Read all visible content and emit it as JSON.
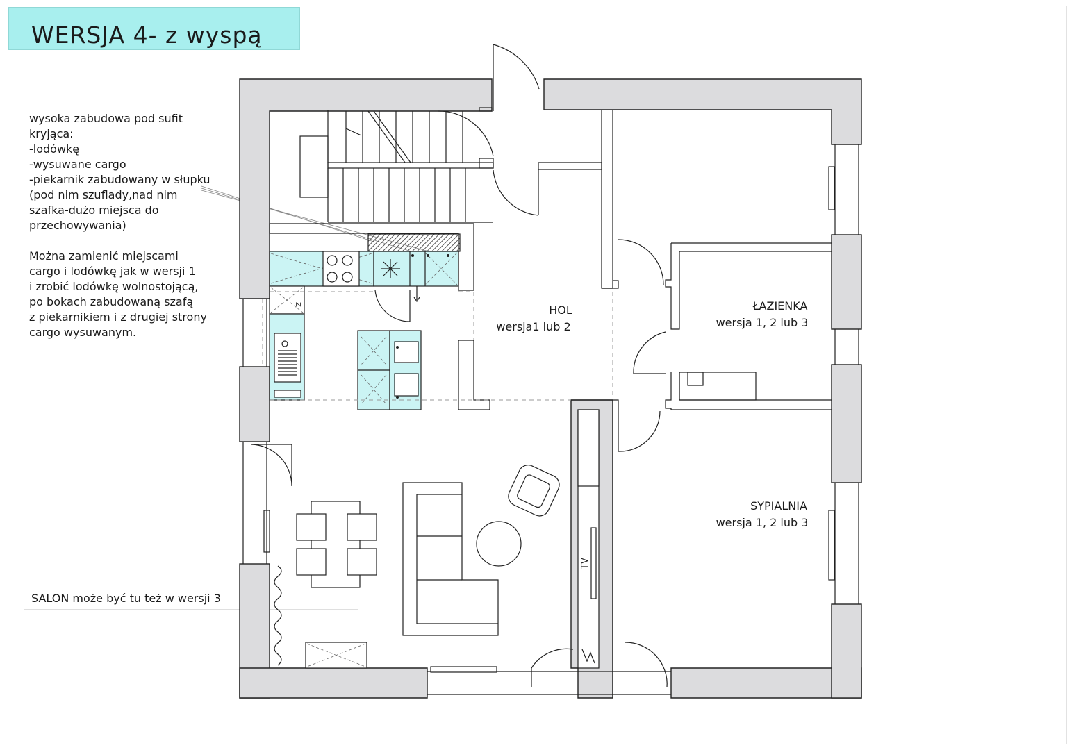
{
  "title": "WERSJA 4- z wyspą",
  "note_text": "wysoka zabudowa pod sufit\nkryjąca:\n-lodówkę\n-wysuwane cargo\n-piekarnik zabudowany w słupku\n(pod nim szuflady,nad nim\nszafka-dużo miejsca do\nprzechowywania)\n\nMożna zamienić miejscami\ncargo i lodówkę jak w wersji 1\ni zrobić lodówkę wolnostojącą,\npo bokach zabudowaną szafą\nz piekarnikiem i z drugiej strony\ncargo wysuwanym.",
  "salon_note": "SALON może być tu też w wersji 3",
  "rooms": {
    "hol": {
      "name": "HOL",
      "version": "wersja1 lub 2"
    },
    "lazienka": {
      "name": "ŁAZIENKA",
      "version": "wersja 1, 2 lub 3"
    },
    "sypialnia": {
      "name": "SYPIALNIA",
      "version": "wersja 1, 2 lub 3"
    }
  },
  "tv_label": "TV",
  "fridge_mark": "Z",
  "colors": {
    "title_bg": "#a8efee",
    "wall_fill": "#dcdcde",
    "cabinet_fill": "#cbf4f4",
    "oven_hatch": "#555555"
  }
}
